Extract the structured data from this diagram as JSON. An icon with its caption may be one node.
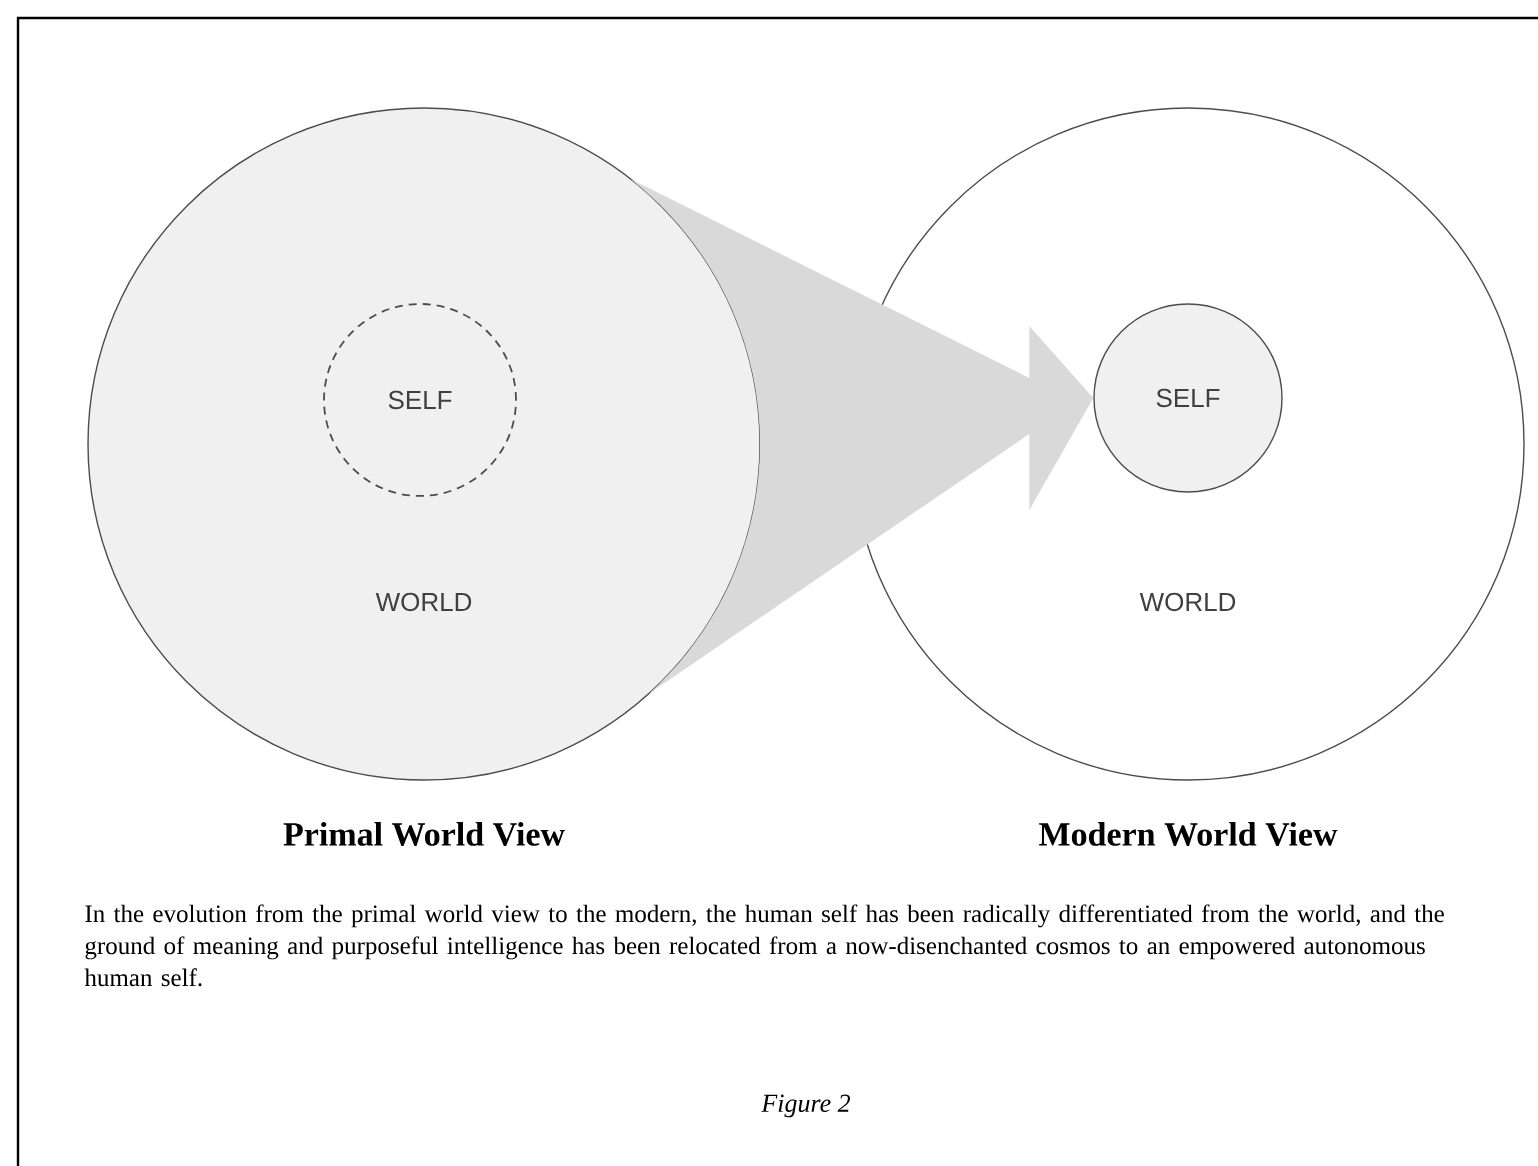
{
  "diagram": {
    "caption": "In the evolution from the primal world view to the modern, the human self has been radically differentiated from the world, and the ground of meaning and purposeful intelligence has been relocated from a now-disenchanted cosmos to an empowered autonomous human self.",
    "nodes": [
      {
        "text": [
          "WORLD"
        ],
        "beside": [
          "Primal World View"
        ]
      },
      {
        "text": [
          "SELF"
        ],
        "in": 0
      },
      {
        "text": [
          "WORLD"
        ],
        "beside": [
          "Modern World View"
        ]
      },
      {
        "text": [
          "SELF"
        ],
        "in": 2
      }
    ],
    "edges": [
      {
        "from": 0,
        "to": 3,
        "arrow": "to",
        "style": "thick",
        "color": "#d9d9d9"
      }
    ],
    "labels": [
      "Figure 2"
    ]
  }
}
